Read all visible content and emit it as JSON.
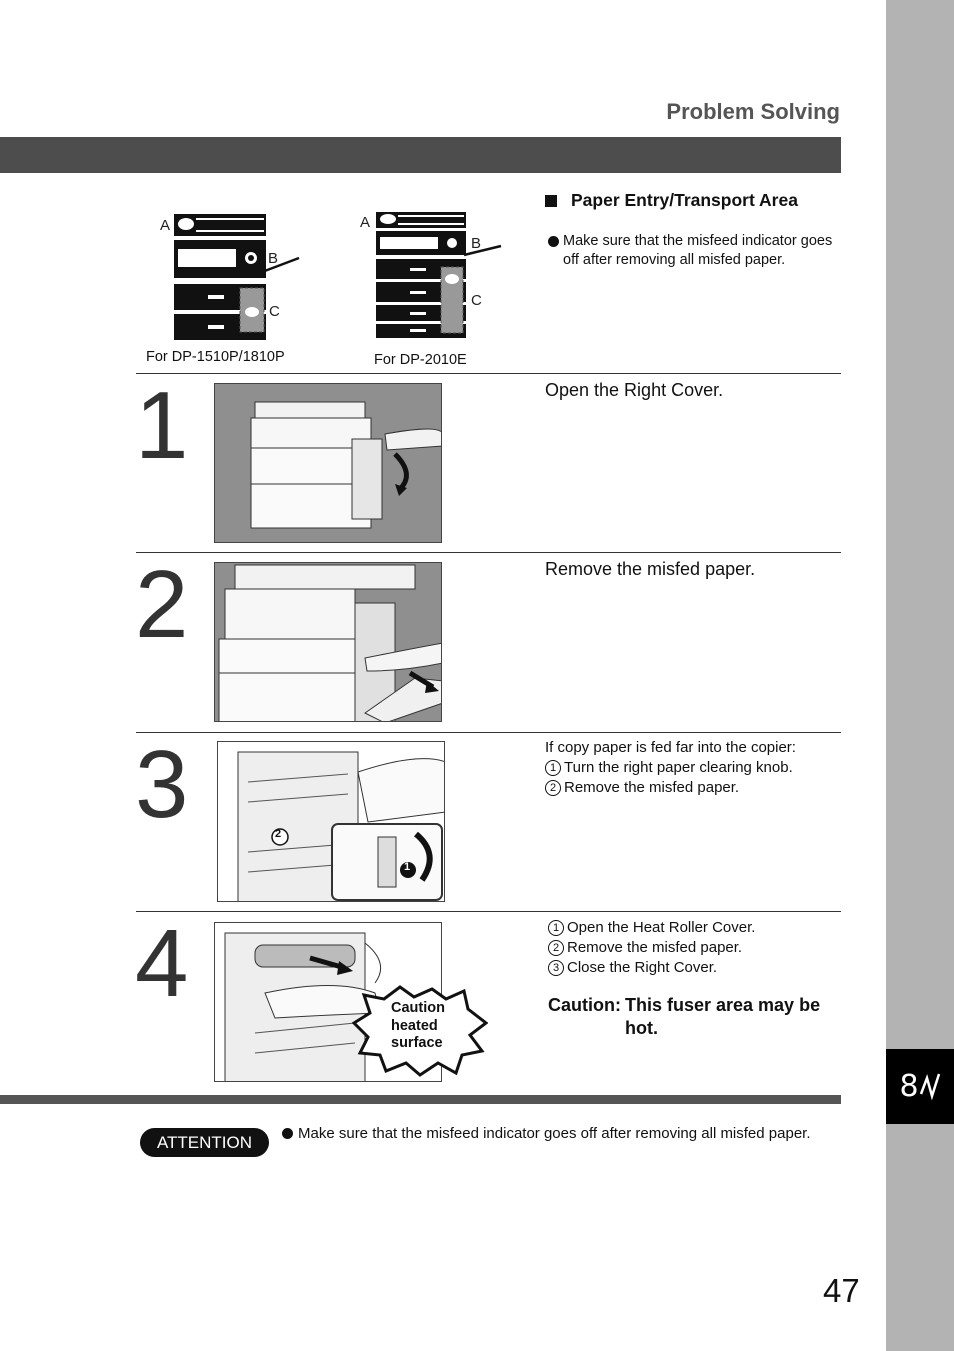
{
  "header": {
    "title": "Problem Solving"
  },
  "section": {
    "title": "Paper Entry/Transport Area"
  },
  "note": {
    "text": "Make sure that the misfeed indicator goes off after removing all misfed paper."
  },
  "diagrams": [
    {
      "caption": "For DP-1510P/1810P",
      "labels": [
        "A",
        "B",
        "C"
      ]
    },
    {
      "caption": "For DP-2010E",
      "labels": [
        "A",
        "B",
        "C"
      ]
    }
  ],
  "steps": [
    {
      "number": "1",
      "text": "Open the Right Cover."
    },
    {
      "number": "2",
      "text": "Remove the misfed paper."
    },
    {
      "number": "3",
      "intro": "If copy paper is fed far into the copier:",
      "items": [
        {
          "marker": "1",
          "text": "Turn the right paper clearing knob."
        },
        {
          "marker": "2",
          "text": "Remove the misfed paper."
        }
      ],
      "callouts": [
        "2",
        "1"
      ]
    },
    {
      "number": "4",
      "items": [
        {
          "marker": "1",
          "text": "Open the Heat Roller Cover."
        },
        {
          "marker": "2",
          "text": "Remove the misfed paper."
        },
        {
          "marker": "3",
          "text": "Close the Right Cover."
        }
      ],
      "badge": [
        "Caution",
        "heated",
        "surface"
      ]
    }
  ],
  "caution": {
    "label": "Caution:",
    "text": "This fuser area may be hot."
  },
  "attention": {
    "label": "ATTENTION",
    "text": "Make sure that the misfeed indicator goes off after removing all misfed paper."
  },
  "chapter_tab": {
    "text": "8"
  },
  "page_number": "47"
}
